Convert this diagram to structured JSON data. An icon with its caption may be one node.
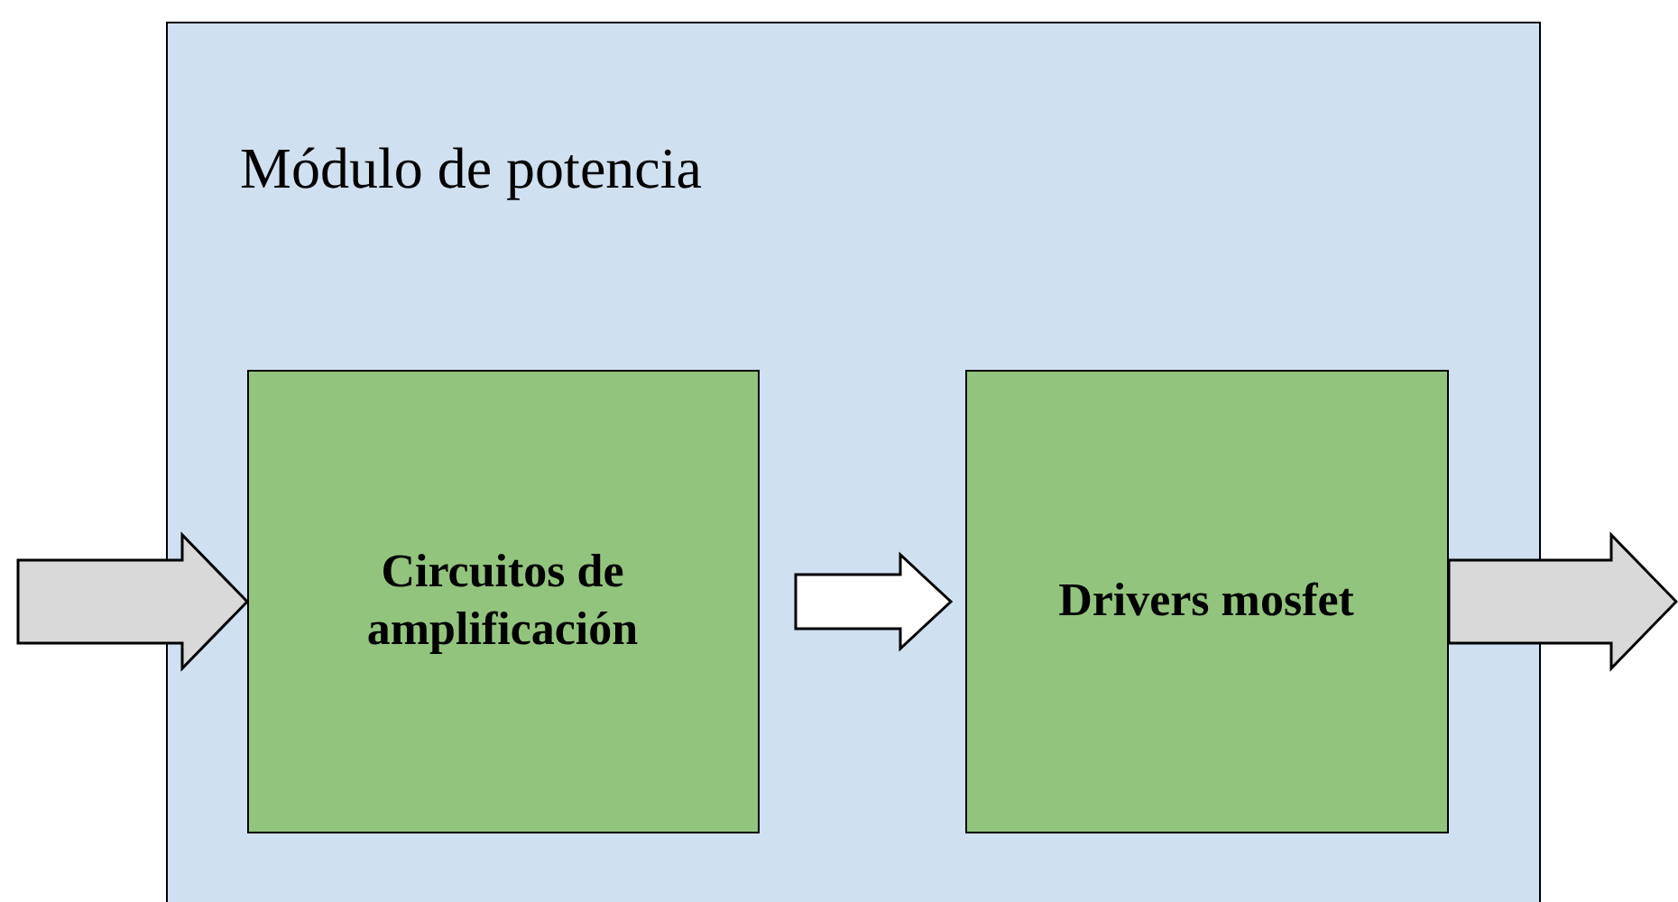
{
  "diagram": {
    "nodes": [
      {
        "text": [
          "Módulo de potencia"
        ]
      },
      {
        "text": [
          "Circuitos de amplificación"
        ],
        "in": 0
      },
      {
        "text": [
          "Drivers mosfet"
        ],
        "in": 0
      }
    ],
    "edges": [
      {
        "from": null,
        "to": 1,
        "arrow": "to"
      },
      {
        "from": 1,
        "to": 2,
        "arrow": "to",
        "color": "#ffffff"
      },
      {
        "from": 2,
        "to": null,
        "arrow": "to"
      }
    ]
  }
}
